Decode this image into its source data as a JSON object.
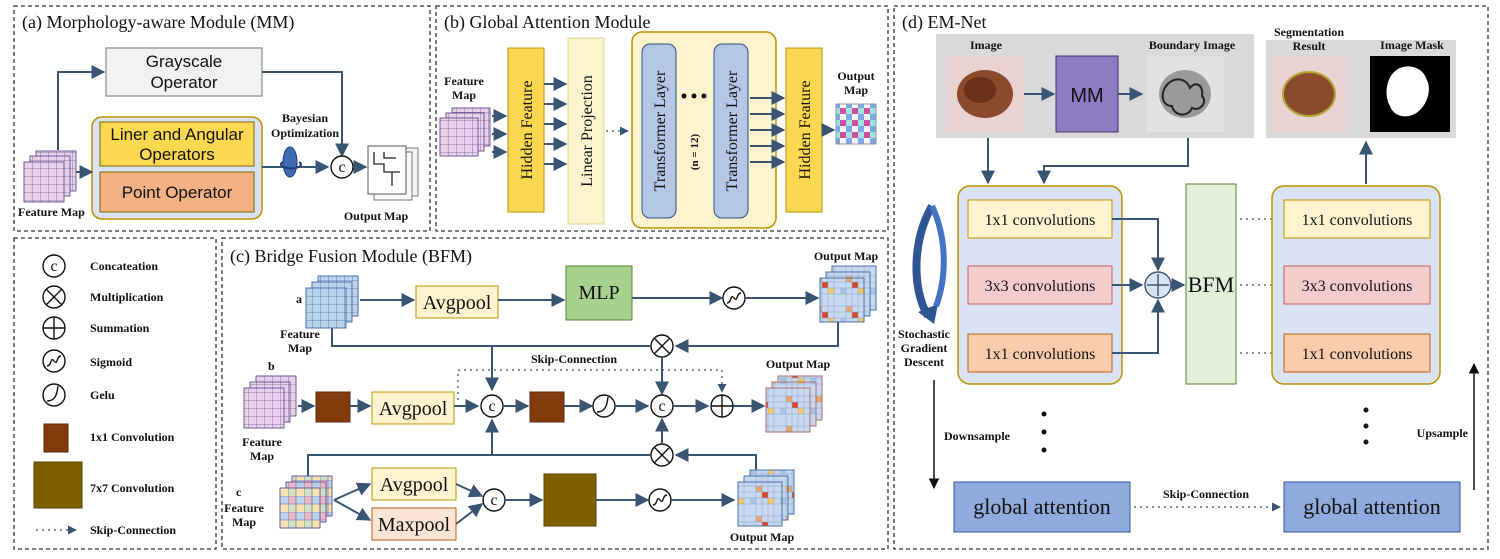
{
  "colors": {
    "arrow": "#3a5573",
    "panel_border": "#333333",
    "yellow": "#fbd84f",
    "light_yellow": "#fdf3cf",
    "orange": "#f4b183",
    "pink": "#f4cccc",
    "peach": "#fbe5d6",
    "blue": "#8faadc",
    "light_blue": "#dae3f3",
    "green": "#a9d18e",
    "light_green": "#e2f0d9",
    "purple": "#8e7cc3",
    "brown": "#843c0c",
    "olive": "#7f6000",
    "gray": "#d9d9d9"
  },
  "panel_a": {
    "title": "(a) Morphology-aware Module (MM)",
    "grayscale": "Grayscale Operator",
    "grayscale_lines": [
      "Grayscale",
      "Operator"
    ],
    "liner_lines": [
      "Liner and Angular",
      "Operators"
    ],
    "point": "Point Operator",
    "bayes_lines": [
      "Bayesian",
      "Optimization"
    ],
    "feature_map": "Feature Map",
    "output_map": "Output Map",
    "concat_symbol": "c"
  },
  "panel_b": {
    "title": "(b) Global Attention Module",
    "feature_map_lines": [
      "Feature",
      "Map"
    ],
    "hidden_feature": "Hidden Feature",
    "linear_projection": "Linear Projection",
    "transformer_layer": "Transformer Layer",
    "n_label": "(n = 12)",
    "output_map_lines": [
      "Output",
      "Map"
    ]
  },
  "legend": {
    "items": [
      {
        "icon": "concat",
        "label": "Concateation"
      },
      {
        "icon": "multiply",
        "label": "Multiplication"
      },
      {
        "icon": "sum",
        "label": "Summation"
      },
      {
        "icon": "sigmoid",
        "label": "Sigmoid"
      },
      {
        "icon": "gelu",
        "label": "Gelu"
      },
      {
        "icon": "conv1x1",
        "label": "1x1 Convolution"
      },
      {
        "icon": "conv7x7",
        "label": "7x7 Convolution"
      },
      {
        "icon": "skip",
        "label": "Skip-Connection"
      }
    ]
  },
  "panel_c": {
    "title": "(c) Bridge Fusion Module (BFM)",
    "a": "a",
    "b": "b",
    "c": "c",
    "feature_map_lines": [
      "Feature",
      "Map"
    ],
    "avgpool": "Avgpool",
    "maxpool": "Maxpool",
    "mlp": "MLP",
    "skip_connection": "Skip-Connection",
    "output_map": "Output Map"
  },
  "panel_d": {
    "title": "(d) EM-Net",
    "image": "Image",
    "boundary_image": "Boundary Image",
    "mm": "MM",
    "segmentation_lines": [
      "Segmentation",
      "Result"
    ],
    "image_mask": "Image Mask",
    "conv1x1": "1x1 convolutions",
    "conv3x3": "3x3 convolutions",
    "bfm": "BFM",
    "sgd_lines": [
      "Stochastic",
      "Gradient",
      "Descent"
    ],
    "downsample": "Downsample",
    "upsample": "Upsample",
    "global_attention": "global attention",
    "skip_connection": "Skip-Connection"
  }
}
